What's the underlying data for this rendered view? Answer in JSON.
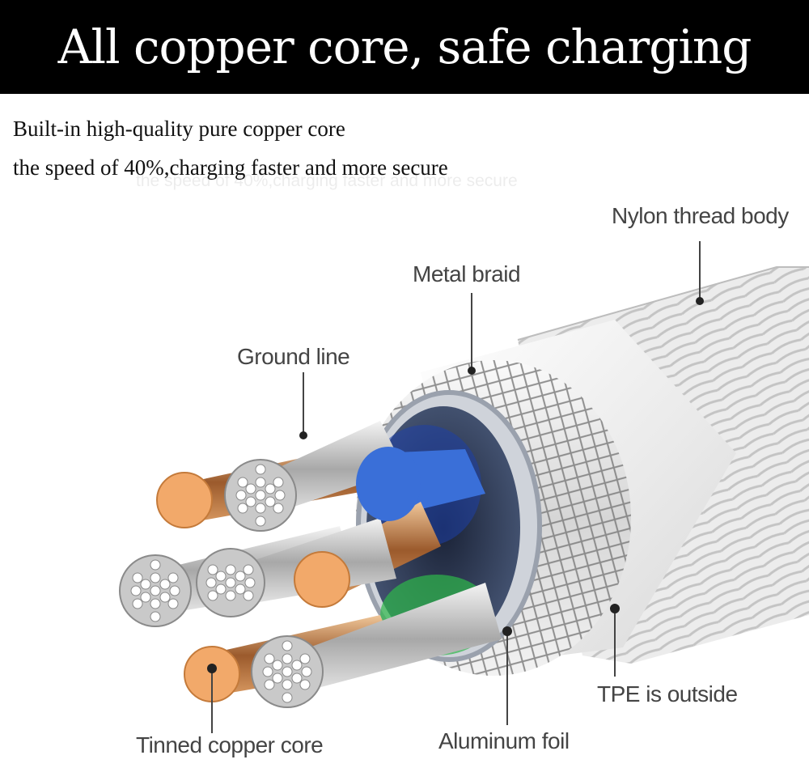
{
  "header": {
    "title": "All copper core, safe charging",
    "subtitle_line1": "Built-in high-quality pure copper core",
    "subtitle_line2": "the speed of 40%,charging faster and more secure"
  },
  "labels": {
    "nylon": "Nylon thread body",
    "metal_braid": "Metal braid",
    "ground_line": "Ground line",
    "tpe": "TPE is outside",
    "tinned_core": "Tinned copper core",
    "aluminum_foil": "Aluminum foil"
  },
  "colors": {
    "banner_bg": "#000000",
    "banner_text": "#ffffff",
    "copper": "#f2a96a",
    "blue_wire": "#3a6fd8",
    "green_wire": "#2db84a",
    "label_text": "#444444"
  }
}
